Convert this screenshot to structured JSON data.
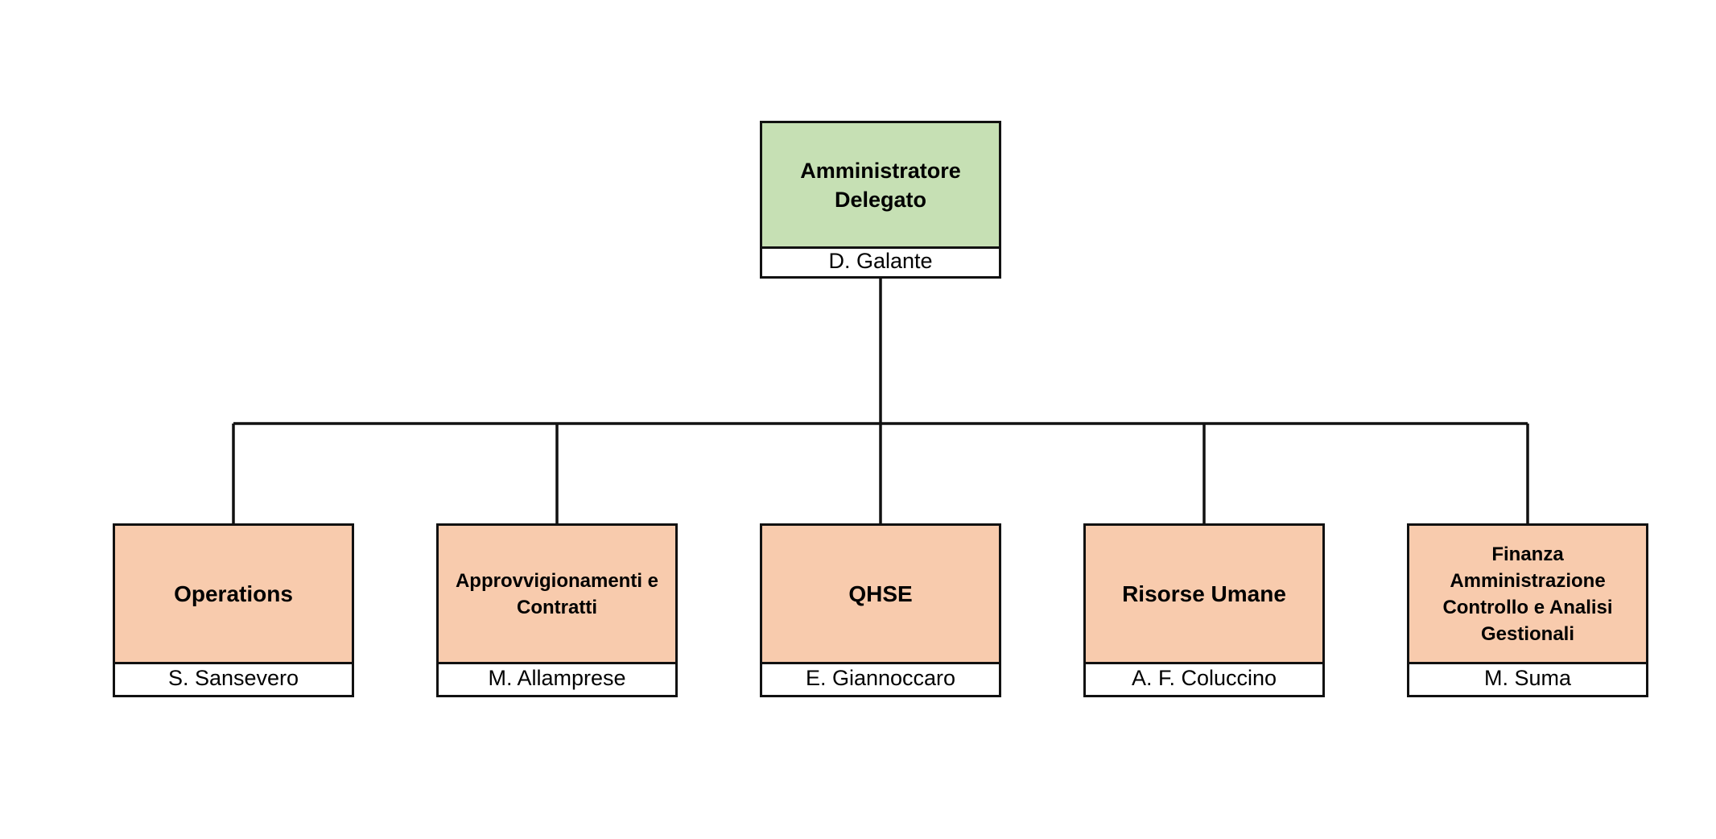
{
  "colors": {
    "root_fill": "#c6e0b4",
    "unit_fill": "#f8cbad",
    "line": "#111111",
    "name_fill": "#ffffff"
  },
  "root": {
    "title": "Amministratore\nDelegato",
    "person": "D. Galante"
  },
  "units": [
    {
      "title": "Operations",
      "person": "S. Sansevero"
    },
    {
      "title": "Approvvigionamenti e\nContratti",
      "person": "M. Allamprese"
    },
    {
      "title": "QHSE",
      "person": "E. Giannoccaro"
    },
    {
      "title": "Risorse Umane",
      "person": "A. F. Coluccino"
    },
    {
      "title": "Finanza\nAmministrazione\nControllo e Analisi\nGestionali",
      "person": "M. Suma"
    }
  ]
}
